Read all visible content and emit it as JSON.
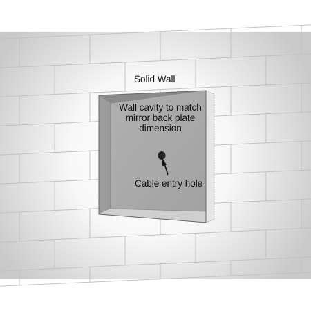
{
  "labels": {
    "solid_wall": "Solid Wall",
    "cavity": "Wall cavity to match mirror back plate dimension",
    "cable_hole": "Cable entry hole"
  },
  "colors": {
    "wall_light": "#f8f8f8",
    "wall_shadow": "#c9c9c9",
    "grout": "#c2c2c2",
    "cavity_back": "#a8a8a8",
    "cavity_side": "#cfcfcf",
    "cavity_top": "#8a8a8a",
    "outline": "#666666",
    "hole": "#262626"
  }
}
